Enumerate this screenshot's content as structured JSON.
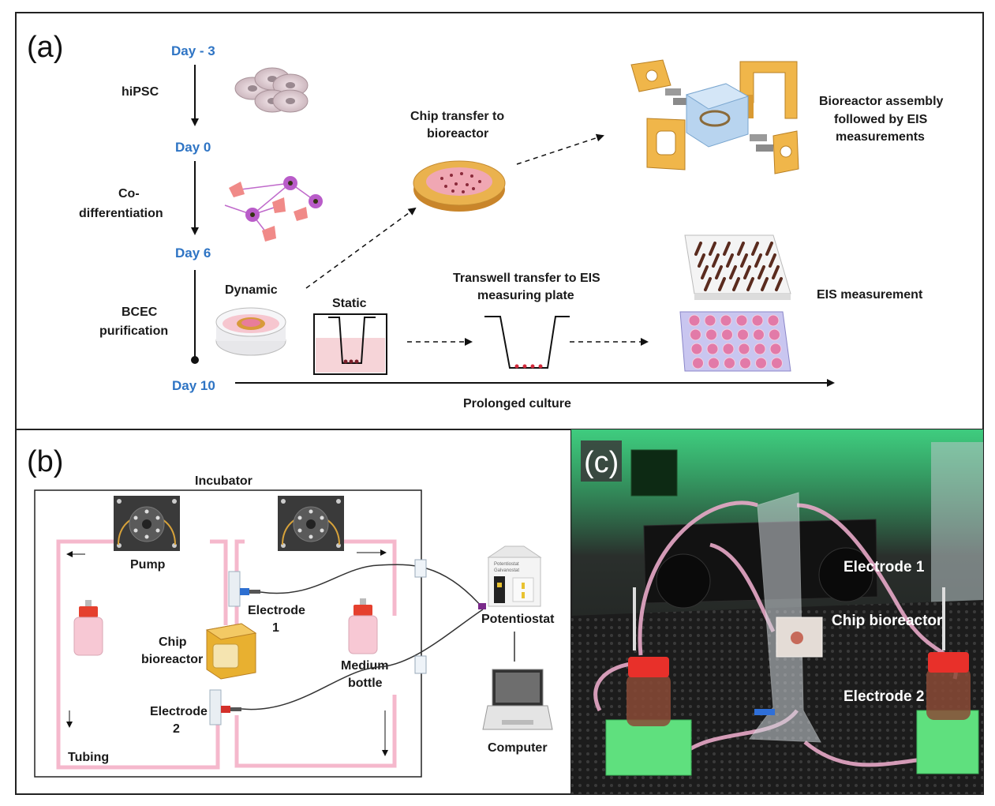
{
  "panel_a": {
    "letter": "(a)",
    "days": [
      "Day - 3",
      "Day 0",
      "Day 6",
      "Day 10"
    ],
    "stages": {
      "hipsc": "hiPSC",
      "codiff_1": "Co-",
      "codiff_2": "differentiation",
      "bcec_1": "BCEC",
      "bcec_2": "purification"
    },
    "dynamic": "Dynamic",
    "static": "Static",
    "chip_transfer_1": "Chip transfer to",
    "chip_transfer_2": "bioreactor",
    "bioreactor_assembly_1": "Bioreactor assembly",
    "bioreactor_assembly_2": "followed by EIS",
    "bioreactor_assembly_3": "measurements",
    "transwell_1": "Transwell transfer to EIS",
    "transwell_2": "measuring  plate",
    "eis_measurement": "EIS  measurement",
    "prolonged_culture": "Prolonged culture"
  },
  "panel_b": {
    "letter": "(b)",
    "incubator": "Incubator",
    "pump": "Pump",
    "electrode1_1": "Electrode",
    "electrode1_2": "1",
    "chip_1": "Chip",
    "chip_2": "bioreactor",
    "electrode2_1": "Electrode",
    "electrode2_2": "2",
    "medium_1": "Medium",
    "medium_2": "bottle",
    "tubing": "Tubing",
    "potentiostat": "Potentiostat",
    "device_line1": "Potentiostat",
    "device_line2": "Galvanostat",
    "computer": "Computer"
  },
  "panel_c": {
    "letter": "(c)",
    "electrode1": "Electrode 1",
    "chip_bioreactor": "Chip bioreactor",
    "electrode2": "Electrode 2"
  },
  "colors": {
    "day_blue": "#2e74c4",
    "tubing_pink": "#f5b8cc",
    "chip_gold": "#e8b030",
    "photo_green": "#3fd97a"
  }
}
